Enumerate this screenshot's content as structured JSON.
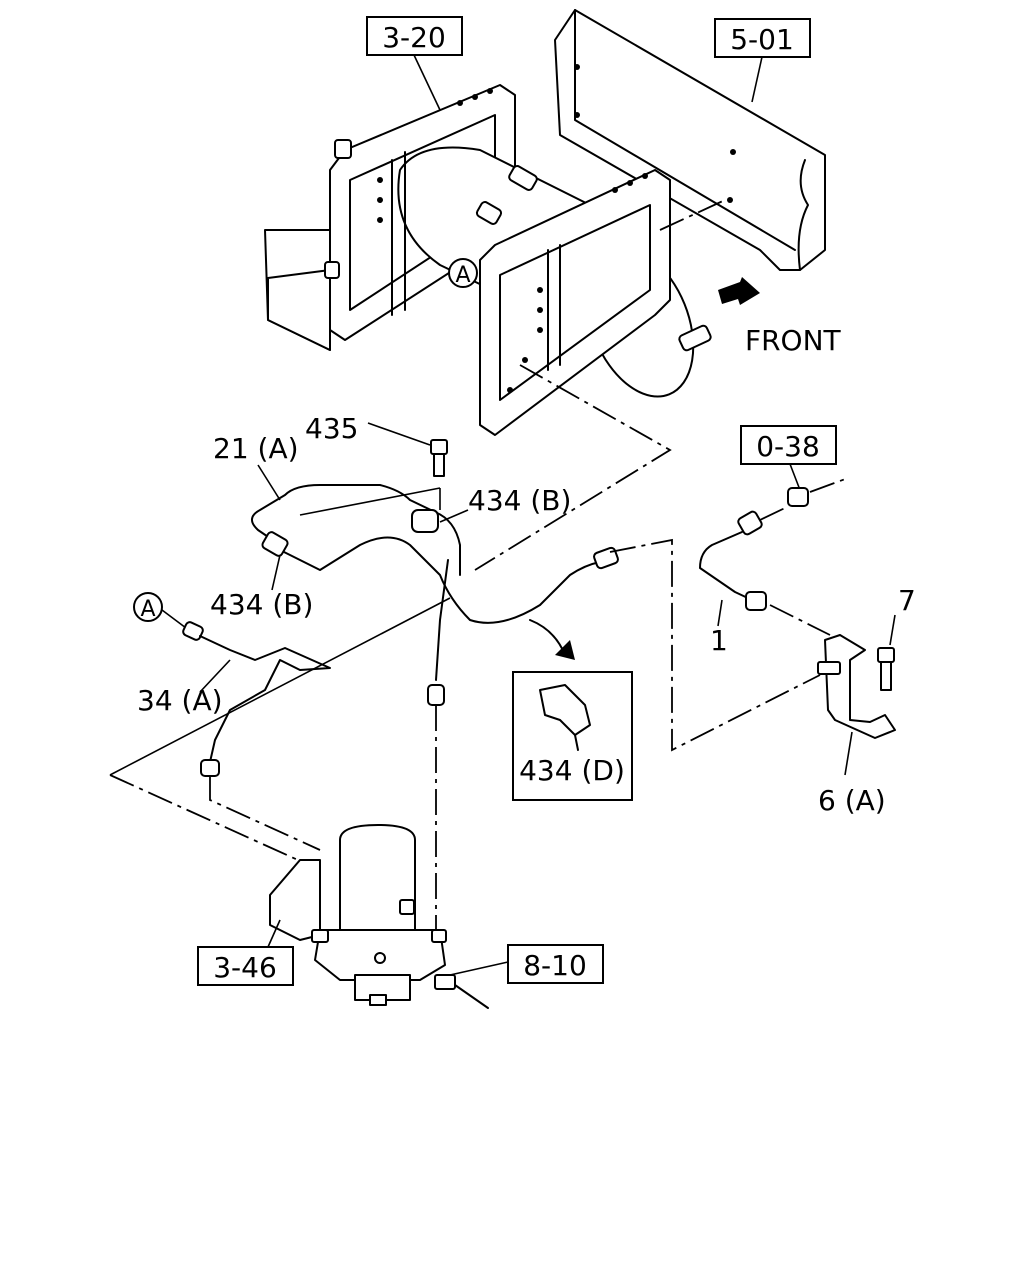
{
  "refs": {
    "ref_3_20": "3-20",
    "ref_5_01": "5-01",
    "ref_0_38": "0-38",
    "ref_3_46": "3-46",
    "ref_8_10": "8-10"
  },
  "parts": {
    "p435": "435",
    "p21a": "21 (A)",
    "p434b_upper": "434 (B)",
    "p434b_lower": "434 (B)",
    "p34a": "34 (A)",
    "p434d": "434 (D)",
    "p1": "1",
    "p7": "7",
    "p6a": "6 (A)"
  },
  "markers": {
    "circle_a_upper": "A",
    "circle_a_lower": "A"
  },
  "annotations": {
    "front": "FRONT"
  }
}
